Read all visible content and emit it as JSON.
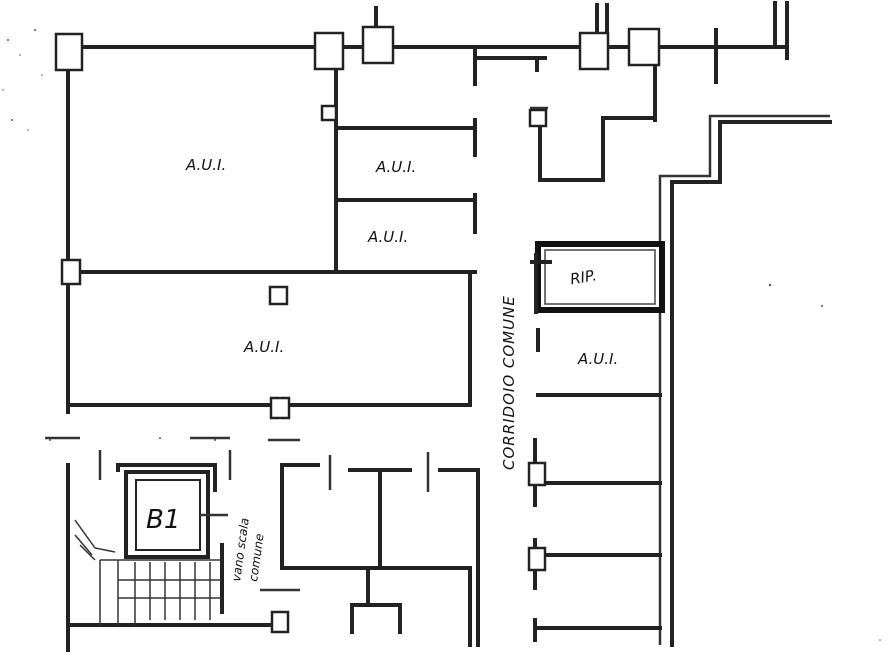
{
  "rooms": {
    "aui_top_left": "A.U.I.",
    "aui_top_mid": "A.U.I.",
    "aui_mid": "A.U.I.",
    "aui_large": "A.U.I.",
    "aui_right": "A.U.I."
  },
  "storage": "RIP.",
  "corridor": "CORRIDOIO COMUNE",
  "stair_code": "B1",
  "stair_note_line1": "vano scala",
  "stair_note_line2": "comune"
}
